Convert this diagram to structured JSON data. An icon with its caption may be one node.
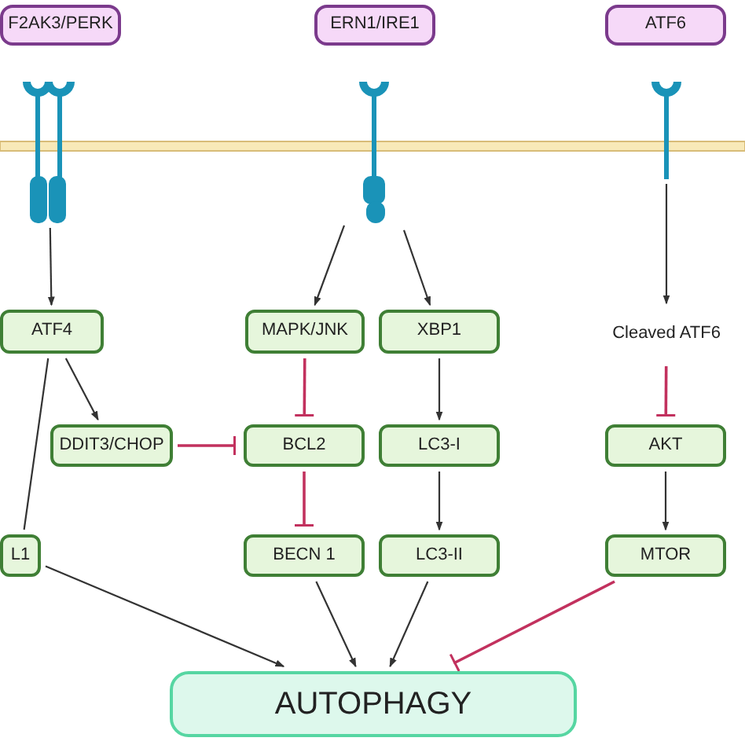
{
  "diagram": {
    "nodes": [
      {
        "text": [
          "F2AK3/PERK"
        ]
      },
      {
        "text": [
          "ERN1/IRE1"
        ]
      },
      {
        "text": [
          "ATF6"
        ]
      },
      {
        "text": [],
        "shape": "picture"
      },
      {
        "text": [],
        "shape": "picture"
      },
      {
        "text": [],
        "shape": "picture"
      },
      {
        "text": [
          "ATF4"
        ]
      },
      {
        "text": [
          "MAPK/JNK"
        ]
      },
      {
        "text": [
          "XBP1"
        ]
      },
      {
        "text": [
          "Cleaved ATF6"
        ]
      },
      {
        "text": [
          "DDIT3/CHOP"
        ]
      },
      {
        "text": [
          "BCL2"
        ]
      },
      {
        "text": [
          "LC3-I"
        ]
      },
      {
        "text": [
          "AKT"
        ]
      },
      {
        "text": [
          "L1"
        ]
      },
      {
        "text": [
          "BECN 1"
        ]
      },
      {
        "text": [
          "LC3-II"
        ]
      },
      {
        "text": [
          "MTOR"
        ]
      },
      {
        "text": [
          "AUTOPHAGY"
        ]
      }
    ],
    "edges": [
      {
        "from": 3,
        "to": 6,
        "arrow": "to"
      },
      {
        "from": 4,
        "to": 7,
        "arrow": "to"
      },
      {
        "from": 4,
        "to": 8,
        "arrow": "to"
      },
      {
        "from": 5,
        "to": 9,
        "arrow": "to"
      },
      {
        "from": 6,
        "to": 10,
        "arrow": "to"
      },
      {
        "from": 6,
        "to": 14,
        "arrow": "none"
      },
      {
        "from": 7,
        "to": 11,
        "arrow": "other",
        "color": "#c2315e"
      },
      {
        "from": 10,
        "to": 11,
        "arrow": "other",
        "color": "#c2315e"
      },
      {
        "from": 11,
        "to": 15,
        "arrow": "other",
        "color": "#c2315e"
      },
      {
        "from": 8,
        "to": 12,
        "arrow": "to"
      },
      {
        "from": 12,
        "to": 16,
        "arrow": "to"
      },
      {
        "from": 9,
        "to": 13,
        "arrow": "other",
        "color": "#c2315e"
      },
      {
        "from": 13,
        "to": 17,
        "arrow": "to"
      },
      {
        "from": 14,
        "to": 18,
        "arrow": "to"
      },
      {
        "from": 15,
        "to": 18,
        "arrow": "to"
      },
      {
        "from": 16,
        "to": 18,
        "arrow": "to"
      },
      {
        "from": 17,
        "to": 18,
        "arrow": "other",
        "color": "#c2315e"
      }
    ]
  }
}
